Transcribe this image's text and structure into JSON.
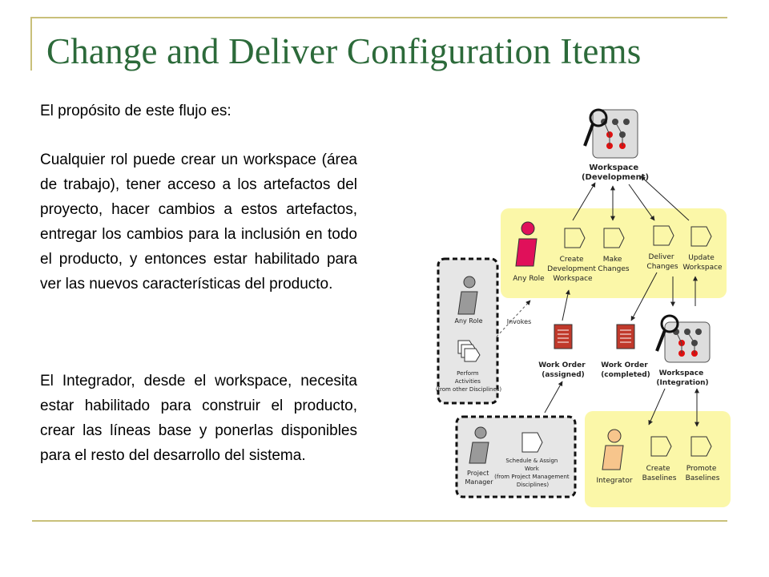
{
  "slide": {
    "title": "Change and Deliver Configuration Items",
    "intro": "El propósito de este flujo es:",
    "paragraphs": [
      "Cualquier rol puede crear un workspace (área de trabajo), tener acceso a los artefactos del proyecto, hacer cambios a estos artefactos, entregar los cambios para la inclusión en todo el producto, y entonces estar habilitado para ver las nuevos características del producto.",
      "El Integrador, desde el workspace, necesita estar habilitado para construir el producto, crear las líneas base y ponerlas disponibles para el resto del desarrollo del sistema."
    ]
  },
  "diagram": {
    "workspace_dev": [
      "Workspace",
      "(Development)"
    ],
    "any_role": "Any Role",
    "activities_top": [
      {
        "lines": [
          "Create",
          "Development",
          "Workspace"
        ]
      },
      {
        "lines": [
          "Make",
          "Changes"
        ]
      },
      {
        "lines": [
          "Deliver",
          "Changes"
        ]
      },
      {
        "lines": [
          "Update",
          "Workspace"
        ]
      }
    ],
    "external_any_role": "Any Role",
    "invokes": "Invokes",
    "perform_activities": [
      "Perform",
      "Activities",
      "(from other Disciplines)"
    ],
    "work_order_assigned": [
      "Work Order",
      "(assigned)"
    ],
    "work_order_completed": [
      "Work Order",
      "(completed)"
    ],
    "workspace_int": [
      "Workspace",
      "(Integration)"
    ],
    "project_manager": [
      "Project",
      "Manager"
    ],
    "schedule_work": [
      "Schedule & Assign",
      "Work",
      "(from Project Management",
      "Disciplines)"
    ],
    "integrator": "Integrator",
    "activities_bottom": [
      {
        "lines": [
          "Create",
          "Baselines"
        ]
      },
      {
        "lines": [
          "Promote",
          "Baselines"
        ]
      }
    ],
    "colors": {
      "band": "#fbf7a8",
      "any_role": "#e0105a",
      "integrator": "#f7c58c",
      "gray_role": "#9a9a9a",
      "title": "#2c6a3a"
    }
  }
}
